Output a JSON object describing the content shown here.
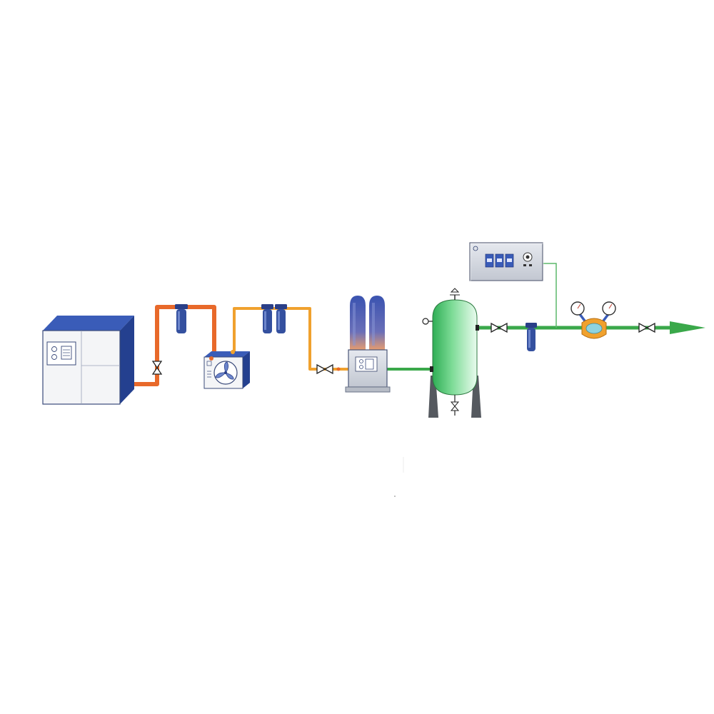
{
  "diagram": {
    "components": [
      {
        "id": "air-compressor",
        "icon": "compressor-cabinet-icon"
      },
      {
        "id": "pre-filter",
        "icon": "filter-cartridge-icon"
      },
      {
        "id": "refrigerated-air-dryer",
        "icon": "fan-icon"
      },
      {
        "id": "precision-filters",
        "icon": "filter-cartridge-icon"
      },
      {
        "id": "nitrogen-generator",
        "icon": "twin-tower-icon"
      },
      {
        "id": "nitrogen-buffer-tank",
        "icon": "pressure-vessel-icon"
      },
      {
        "id": "analyzer-control-panel",
        "icon": "control-panel-icon"
      },
      {
        "id": "outlet-filter",
        "icon": "filter-cartridge-icon"
      },
      {
        "id": "pressure-regulator-station",
        "icon": "pressure-gauge-icon"
      },
      {
        "id": "outlet-valve",
        "icon": "valve-icon"
      }
    ],
    "line_colors": {
      "compressed_air": "#e8692a",
      "dry_air": "#f0a12e",
      "nitrogen": "#3aa84a",
      "signal": "#5bb86a"
    },
    "equipment_colors": {
      "cabinet_blue": "#2f4fa3",
      "tank_green": "#4cc36a",
      "panel_grey": "#c9cdd6"
    },
    "panel": {
      "logo_text": "",
      "footer_text": "",
      "display_values": [
        "",
        "",
        ""
      ]
    }
  }
}
